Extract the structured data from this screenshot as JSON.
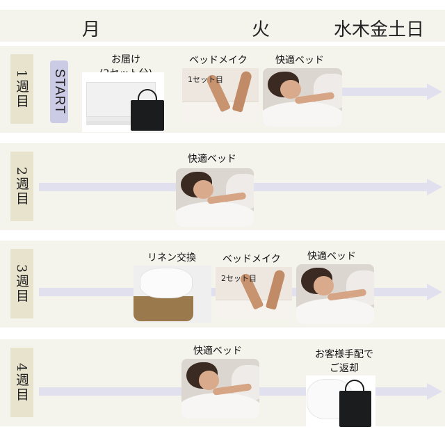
{
  "days": {
    "mon": "月",
    "tue": "火",
    "rest": "水木金土日"
  },
  "start_label": "START",
  "weeks": [
    {
      "label": "1週目"
    },
    {
      "label": "2週目"
    },
    {
      "label": "3週目"
    },
    {
      "label": "4週目"
    }
  ],
  "w1": {
    "delivery_line1": "お届け",
    "delivery_line2": "(2セット分)",
    "bedmake": "ベッドメイク",
    "bedmake_set": "1セット目",
    "comfort": "快適ベッド"
  },
  "w2": {
    "comfort": "快適ベッド"
  },
  "w3": {
    "linen": "リネン交換",
    "bedmake": "ベッドメイク",
    "bedmake_set": "2セット目",
    "comfort": "快適ベッド"
  },
  "w4": {
    "comfort": "快適ベッド",
    "return_line1": "お客様手配で",
    "return_line2": "ご返却"
  }
}
